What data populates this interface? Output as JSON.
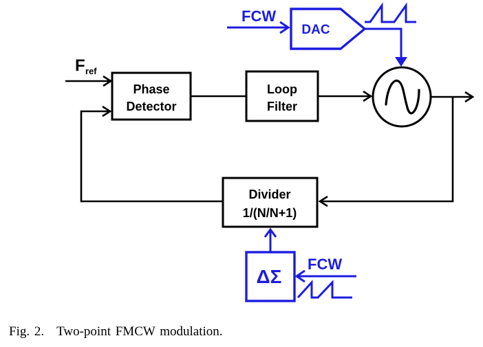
{
  "colors": {
    "accent_blue": "#1c1ce0",
    "line_black": "#000000",
    "background": "#ffffff"
  },
  "blocks": {
    "phase_detector": {
      "line1": "Phase",
      "line2": "Detector"
    },
    "loop_filter": {
      "line1": "Loop",
      "line2": "Filter"
    },
    "divider": {
      "line1": "Divider",
      "line2": "1/(N/N+1)"
    },
    "dac": {
      "label": "DAC"
    },
    "delta_sigma": {
      "label": "ΔΣ"
    }
  },
  "signals": {
    "fcw_top": "FCW",
    "fcw_bottom": "FCW",
    "f_ref_base": "F",
    "f_ref_subscript": "ref"
  },
  "caption": {
    "figure_number": "Fig. 2.",
    "text": "Two-point FMCW modulation."
  }
}
